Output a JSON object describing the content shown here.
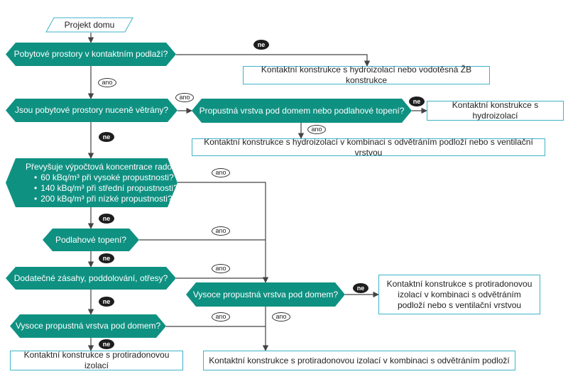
{
  "colors": {
    "decision_fill": "#0f9182",
    "box_border": "#3fb3c8",
    "line": "#444444"
  },
  "labels": {
    "yes": "ano",
    "no": "ne"
  },
  "nodes": {
    "start": "Projekt domu",
    "q_living_spaces": "Pobytové prostory v kontaktním podlaží?",
    "r_waterproofing_or_concrete": "Kontaktní konstrukce s hydroizolací nebo vodotěsná ŽB konstrukce",
    "q_forced_ventilation": "Jsou pobytové prostory nuceně větrány?",
    "q_permeable_or_floor_heating": "Propustná vrstva pod domem nebo podlahové topení?",
    "r_waterproofing": "Kontaktní konstrukce s hydroizolací",
    "r_waterproofing_ventilated": "Kontaktní konstrukce s hydroizolací v kombinaci s odvětráním podloží nebo s ventilační vrstvou",
    "q_radon": {
      "title": "Převyšuje výpočtová koncentrace radonu",
      "conditions": [
        "60 kBq/m³ při vysoké propustnosti?",
        "140 kBq/m³ při střední propustnosti?",
        "200 kBq/m³ při nízké propustnosti?"
      ]
    },
    "q_floor_heating": "Podlahové topení?",
    "q_additional_work": "Dodatečné zásahy, poddolování, otřesy?",
    "q_highly_permeable_right": "Vysoce propustná vrstva pod domem?",
    "r_anti_radon_ventilated_layer": "Kontaktní konstrukce s protiradonovou izolací v kombinaci s odvětráním podloží nebo s ventilační vrstvou",
    "q_highly_permeable_left": "Vysoce propustná vrstva pod domem?",
    "r_anti_radon": "Kontaktní konstrukce s protiradonovou izolací",
    "r_anti_radon_ventilated": "Kontaktní konstrukce s protiradonovou izolací v kombinaci s odvětráním podloží"
  }
}
